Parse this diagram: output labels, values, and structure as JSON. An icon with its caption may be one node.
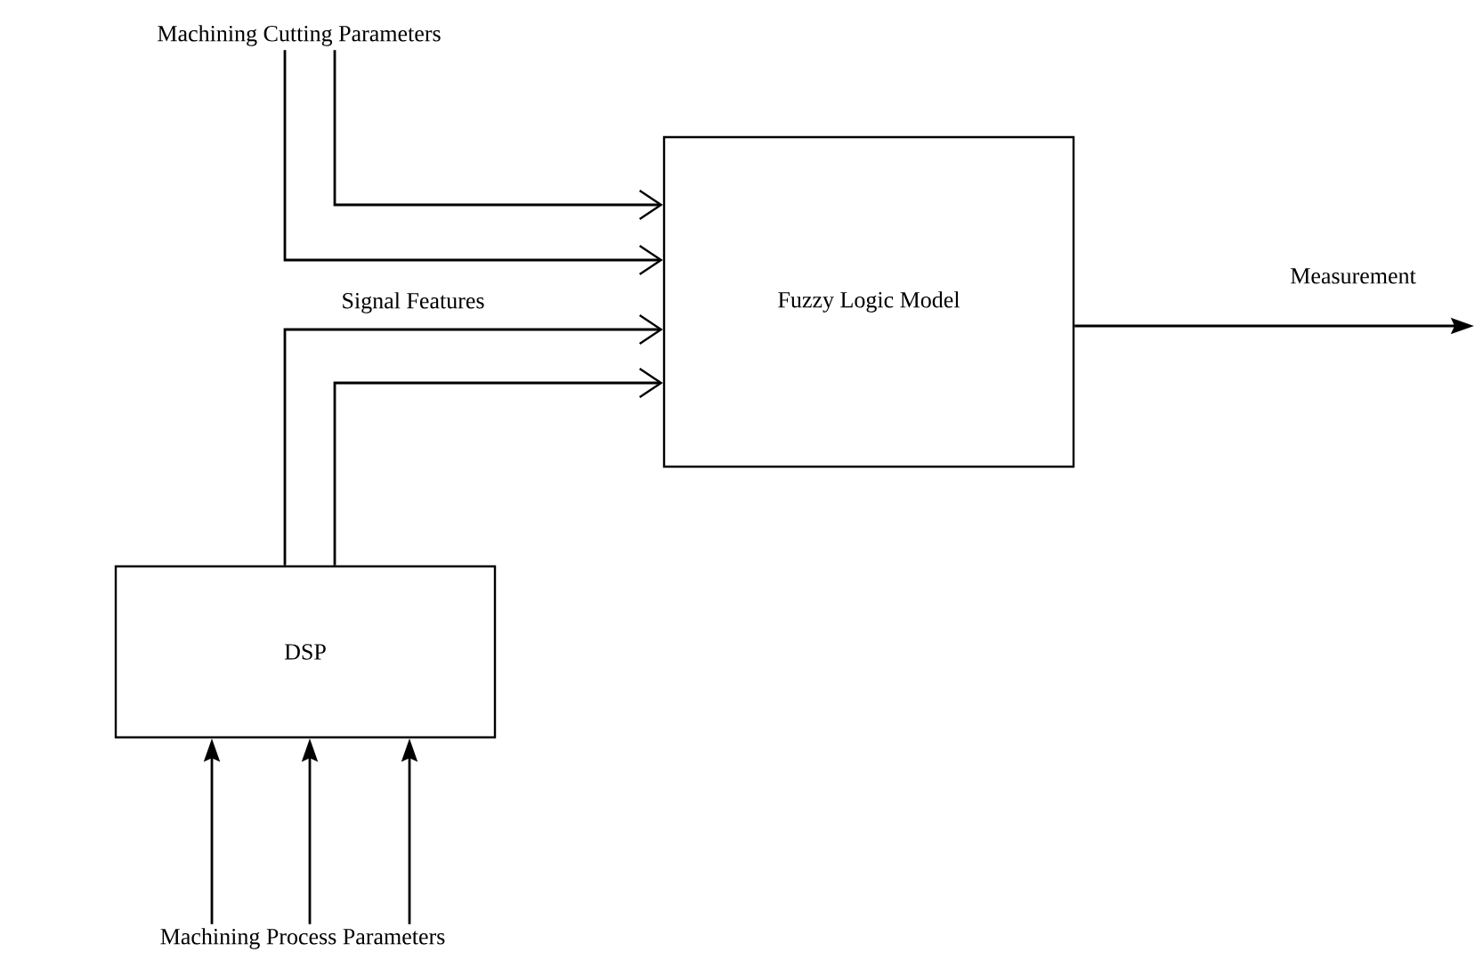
{
  "diagram": {
    "nodes": [
      {
        "text": [
          "Fuzzy Logic Model"
        ]
      },
      {
        "text": [
          "DSP"
        ]
      },
      {
        "text": [
          "Machining Cutting Parameters"
        ]
      },
      {
        "text": [
          "Machining Process Parameters"
        ]
      }
    ],
    "edges": [
      {
        "from": 2,
        "to": 0,
        "arrow": "to"
      },
      {
        "from": 2,
        "to": 0,
        "arrow": "to"
      },
      {
        "from": 1,
        "to": 0,
        "arrow": "to",
        "label": "Signal Features"
      },
      {
        "from": 1,
        "to": 0,
        "arrow": "to"
      },
      {
        "from": 0,
        "to": null,
        "arrow": "to",
        "label": "Measurement"
      },
      {
        "from": 3,
        "to": 1,
        "arrow": "to"
      },
      {
        "from": 3,
        "to": 1,
        "arrow": "to"
      },
      {
        "from": 3,
        "to": 1,
        "arrow": "to"
      }
    ]
  }
}
